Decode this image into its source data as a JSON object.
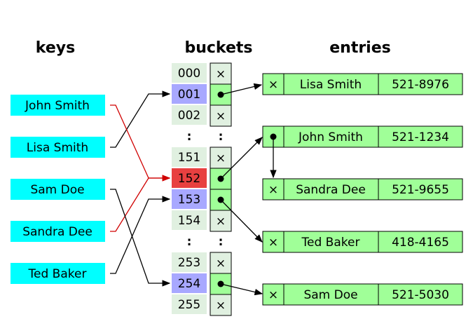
{
  "headers": {
    "keys": "keys",
    "buckets": "buckets",
    "entries": "entries"
  },
  "keys": [
    "John Smith",
    "Lisa Smith",
    "Sam Doe",
    "Sandra Dee",
    "Ted Baker"
  ],
  "buckets": [
    "000",
    "001",
    "002",
    ":",
    "151",
    "152",
    "153",
    "154",
    ":",
    "253",
    "254",
    "255"
  ],
  "bucket_pointer_marks": [
    "×",
    "●",
    "×",
    ":",
    "×",
    "●",
    "●",
    "×",
    ":",
    "×",
    "●",
    "×"
  ],
  "entries": [
    {
      "next": "×",
      "name": "Lisa Smith",
      "phone": "521-8976"
    },
    {
      "next": "●",
      "name": "John Smith",
      "phone": "521-1234"
    },
    {
      "next": "×",
      "name": "Sandra Dee",
      "phone": "521-9655"
    },
    {
      "next": "×",
      "name": "Ted Baker",
      "phone": "418-4165"
    },
    {
      "next": "×",
      "name": "Sam Doe",
      "phone": "521-5030"
    }
  ],
  "colors": {
    "key_fill": "#00ffff",
    "bucket_fill": "#e0f0e0",
    "bucket_highlight": "#a8a8ff",
    "bucket_collision": "#e84040",
    "entry_fill": "#a0ff98",
    "collision_arrow": "#d00000",
    "arrow": "#000000"
  }
}
